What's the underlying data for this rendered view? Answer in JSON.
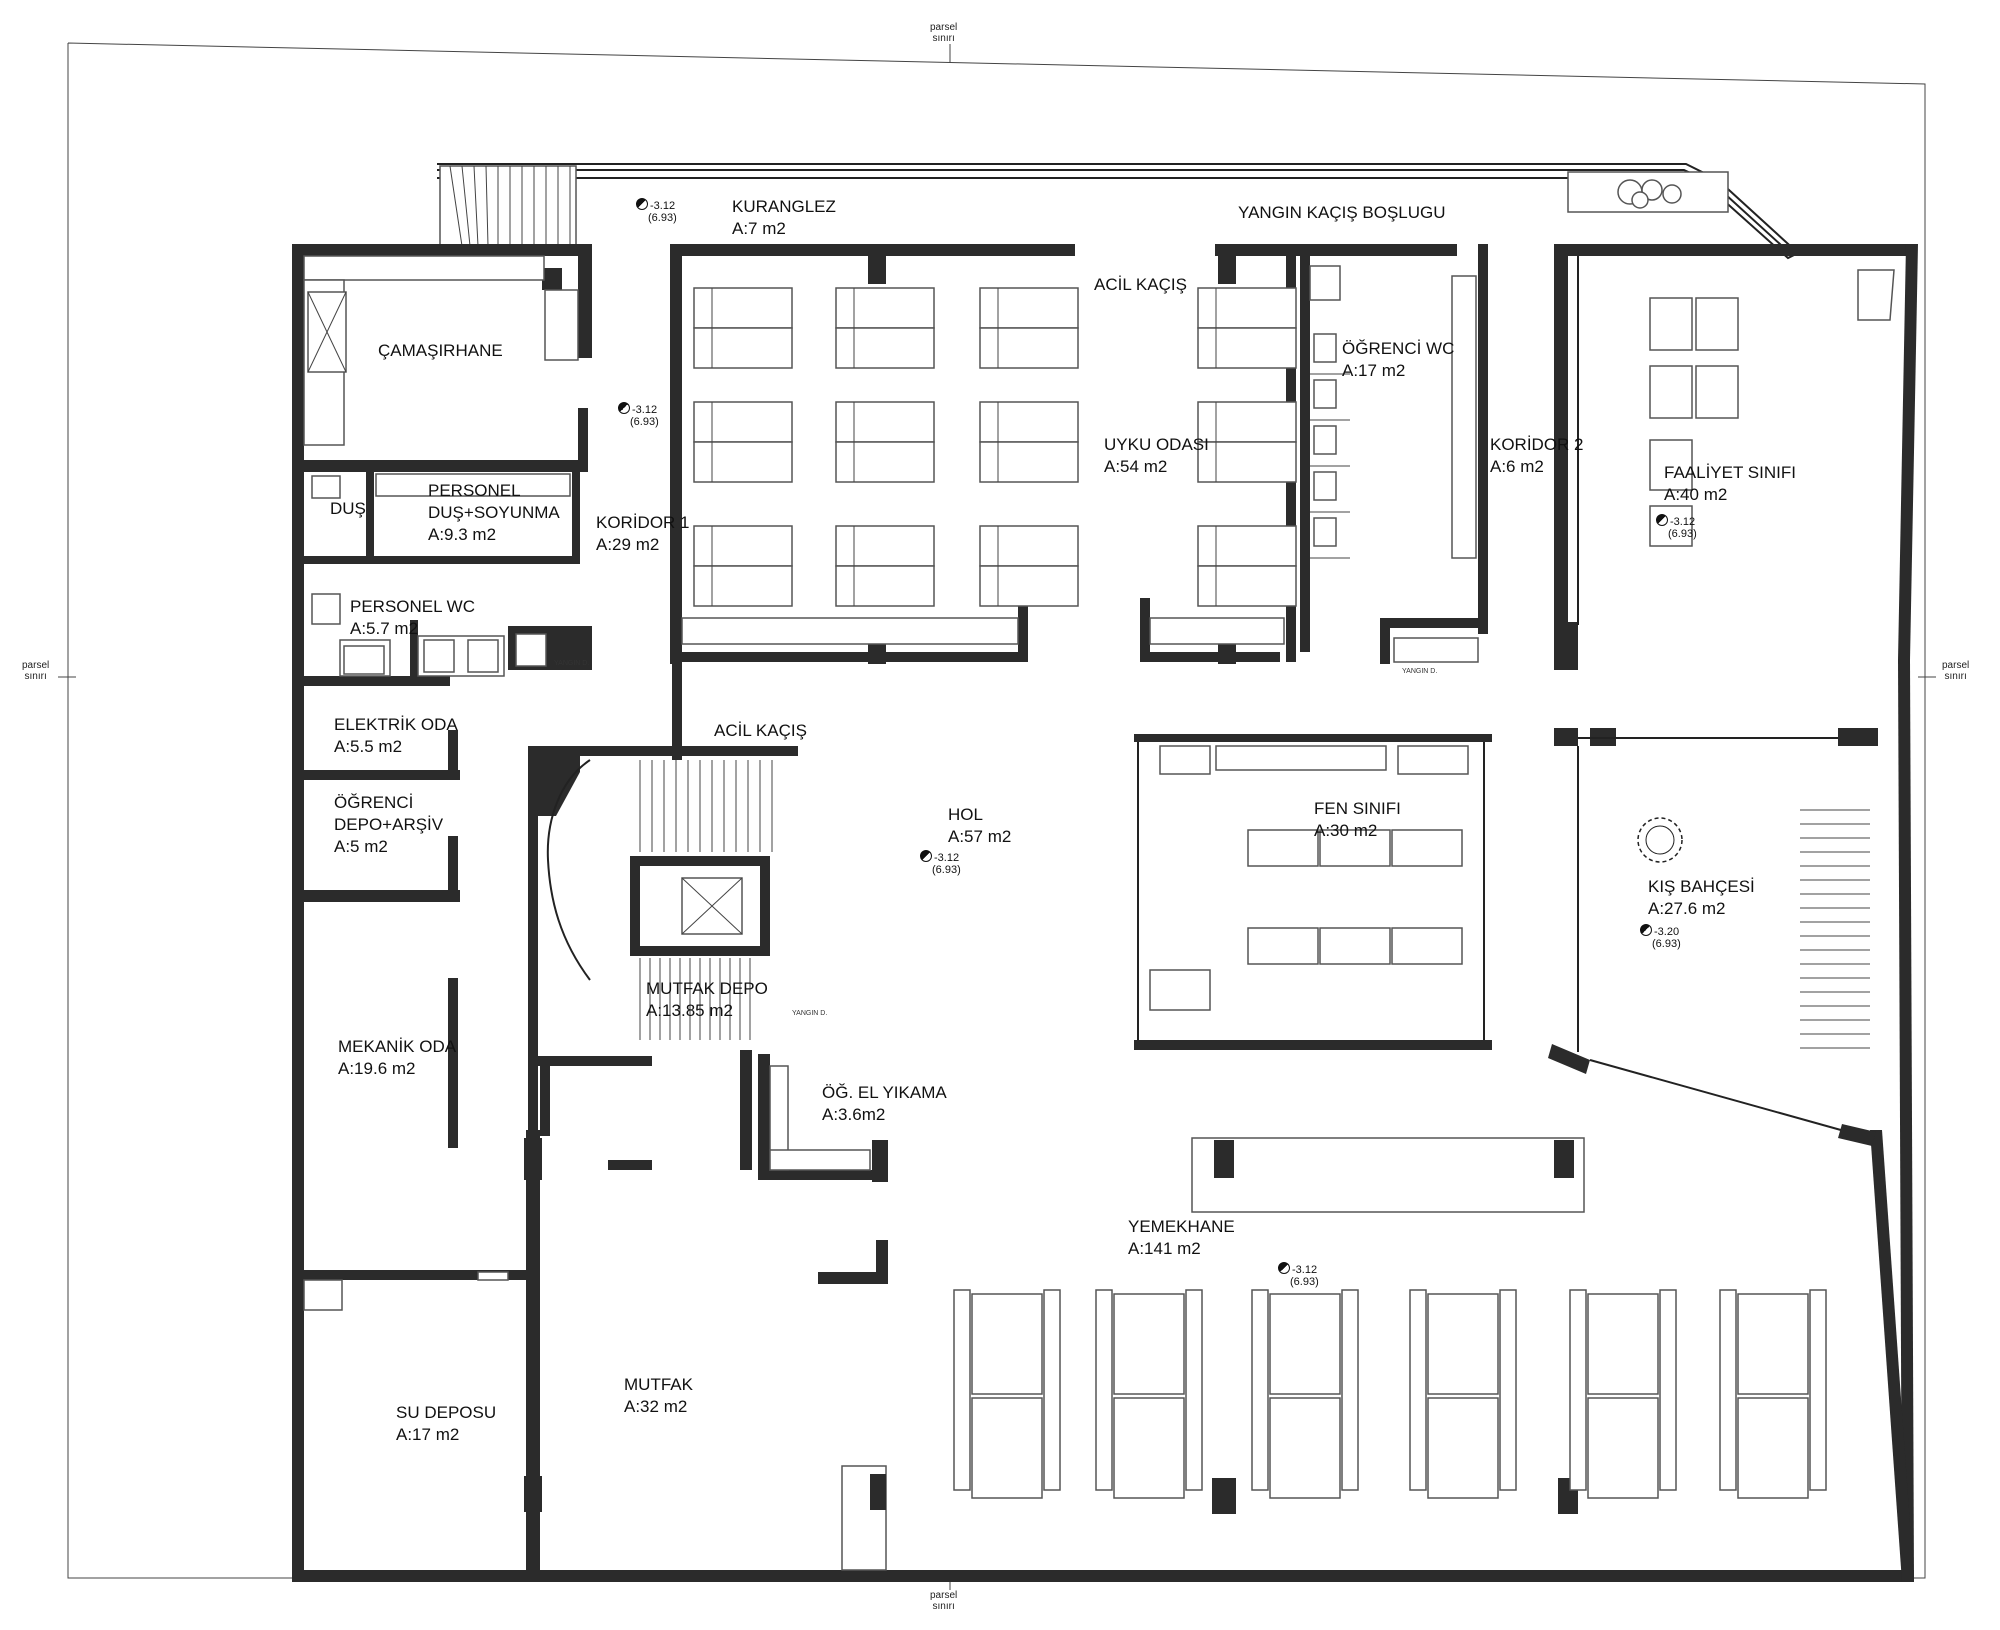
{
  "parcel_labels": {
    "top": "parsel\nsınırı",
    "left": "parsel\nsınırı",
    "right": "parsel\nsınırı",
    "bottom": "parsel\nsınırı"
  },
  "rooms": [
    {
      "id": "kuranglez",
      "name": "KURANGLEZ",
      "area": "A:7 m2"
    },
    {
      "id": "yangin",
      "name": "YANGIN KAÇIŞ BOŞLUGU",
      "area": ""
    },
    {
      "id": "acil1",
      "name": "ACİL KAÇIŞ",
      "area": ""
    },
    {
      "id": "camasir",
      "name": "ÇAMAŞIRHANE",
      "area": ""
    },
    {
      "id": "dus",
      "name": "DUŞ",
      "area": ""
    },
    {
      "id": "personel",
      "name": "PERSONEL\nDUŞ+SOYUNMA",
      "area": "A:9.3 m2"
    },
    {
      "id": "koridor1",
      "name": "KORİDOR 1",
      "area": "A:29 m2"
    },
    {
      "id": "pwc",
      "name": "PERSONEL WC",
      "area": "A:5.7 m2"
    },
    {
      "id": "uyku",
      "name": "UYKU ODASI",
      "area": "A:54 m2"
    },
    {
      "id": "owc",
      "name": "ÖĞRENCİ WC",
      "area": "A:17 m2"
    },
    {
      "id": "koridor2",
      "name": "KORİDOR 2",
      "area": "A:6 m2"
    },
    {
      "id": "faaliyet",
      "name": "FAALİYET SINIFI",
      "area": "A:40 m2"
    },
    {
      "id": "elektrik",
      "name": "ELEKTRİK ODA",
      "area": "A:5.5 m2"
    },
    {
      "id": "arsiv",
      "name": "ÖĞRENCİ\nDEPO+ARŞİV",
      "area": "A:5 m2"
    },
    {
      "id": "acil2",
      "name": "ACİL KAÇIŞ",
      "area": ""
    },
    {
      "id": "hol",
      "name": "HOL",
      "area": "A:57 m2"
    },
    {
      "id": "fen",
      "name": "FEN SINIFI",
      "area": "A:30 m2"
    },
    {
      "id": "kis",
      "name": "KIŞ BAHÇESİ",
      "area": "A:27.6 m2"
    },
    {
      "id": "mdepo",
      "name": "MUTFAK DEPO",
      "area": "A:13.85 m2"
    },
    {
      "id": "mekanik",
      "name": "MEKANİK ODA",
      "area": "A:19.6 m2"
    },
    {
      "id": "elyikama",
      "name": "ÖĞ. EL YIKAMA",
      "area": "A:3.6m2"
    },
    {
      "id": "yemekhane",
      "name": "YEMEKHANE",
      "area": "A:141 m2"
    },
    {
      "id": "sudepo",
      "name": "SU DEPOSU",
      "area": "A:17 m2"
    },
    {
      "id": "mutfak",
      "name": "MUTFAK",
      "area": "A:32 m2"
    }
  ],
  "levels": [
    {
      "id": "l1",
      "value": "-3.12",
      "sub": "(6.93)"
    },
    {
      "id": "l2",
      "value": "-3.12",
      "sub": "(6.93)"
    },
    {
      "id": "l3",
      "value": "-3.12",
      "sub": "(6.93)"
    },
    {
      "id": "l4",
      "value": "-3.12",
      "sub": "(6.93)"
    },
    {
      "id": "l5",
      "value": "-3.20",
      "sub": "(6.93)"
    },
    {
      "id": "l6",
      "value": "-3.12",
      "sub": "(6.93)"
    }
  ],
  "tags": {
    "yangin_a": "YANGIN D.",
    "yangin_b": "YANGIN D.",
    "yangin_c": "YANGIN D."
  }
}
